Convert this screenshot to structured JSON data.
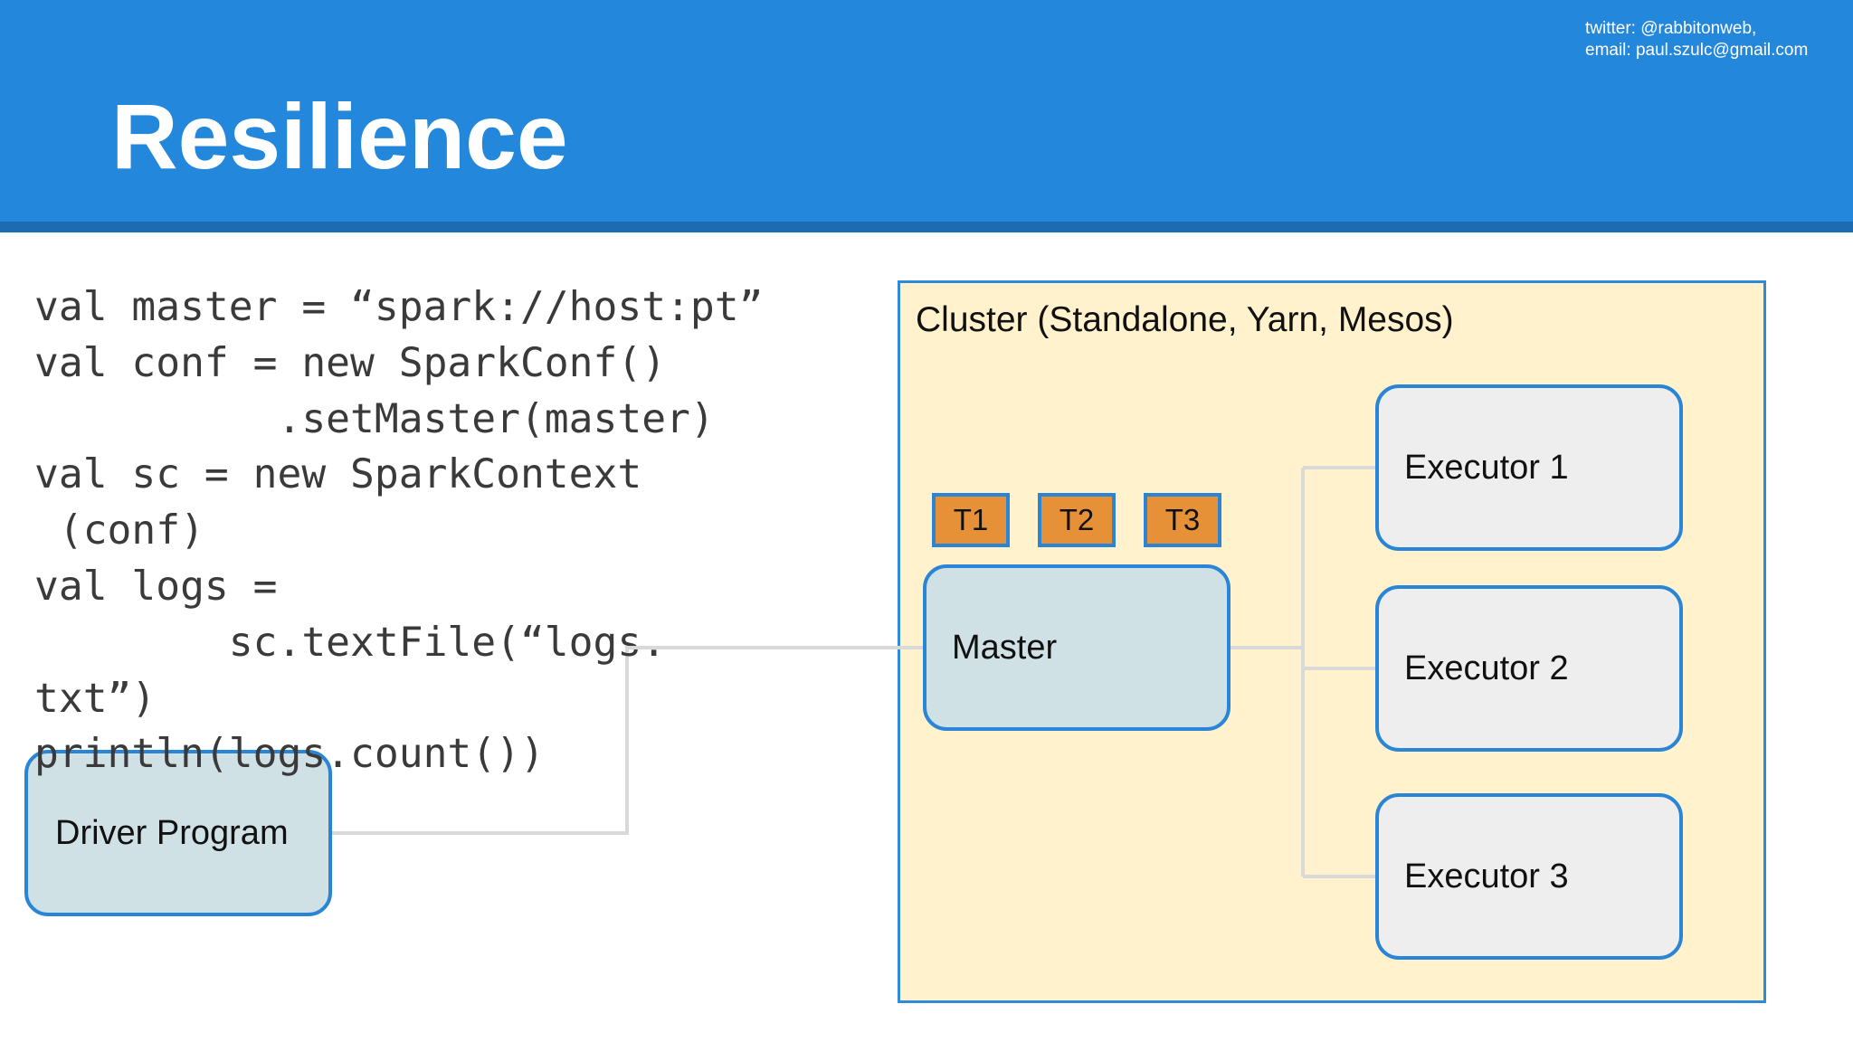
{
  "header": {
    "title": "Resilience",
    "contact_twitter": "twitter: @rabbitonweb,",
    "contact_email": "email: paul.szulc@gmail.com"
  },
  "code_lines": [
    "val master = “spark://host:pt”",
    "val conf = new SparkConf()",
    "          .setMaster(master)",
    "val sc = new SparkContext",
    " (conf)",
    "val logs =",
    "        sc.textFile(“logs.",
    "txt”)",
    "println(logs.count())"
  ],
  "diagram": {
    "cluster_label": "Cluster (Standalone, Yarn, Mesos)",
    "driver_label": "Driver Program",
    "master_label": "Master",
    "tasks": [
      "T1",
      "T2",
      "T3"
    ],
    "executors": [
      "Executor 1",
      "Executor 2",
      "Executor 3"
    ]
  },
  "colors": {
    "header": "#2387dc",
    "cluster_fill": "#fff2cc",
    "border": "#2a85d6",
    "driver_master_fill": "#d0e1e6",
    "executor_fill": "#eeeeee",
    "task_fill": "#e69138"
  }
}
